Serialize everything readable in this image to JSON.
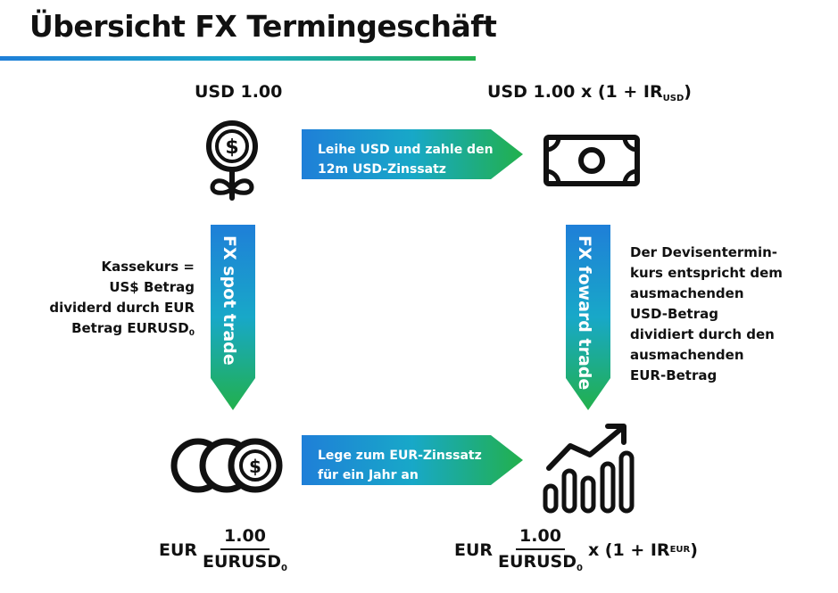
{
  "title": "Übersicht FX Termingeschäft",
  "top_left_label": "USD 1.00",
  "top_right_label": {
    "main": "USD 1.00 x (1 + IR",
    "sub": "USD",
    "close": ")"
  },
  "arrow_top_text": [
    "Leihe USD und zahle den",
    "12m USD-Zinssatz"
  ],
  "arrow_bottom_text": [
    "Lege zum EUR-Zinssatz",
    "für ein Jahr an"
  ],
  "arrow_left_text": "FX spot trade",
  "arrow_right_text": "FX foward trade",
  "left_note": {
    "lines": [
      "Kassekurs =",
      "US$ Betrag",
      "dividerd durch EUR",
      "Betrag EURUSD"
    ],
    "sub": "0"
  },
  "right_note": [
    "Der Devisentermin-",
    "kurs entspricht dem",
    "ausmachenden",
    "USD-Betrag",
    "dividiert durch den",
    "ausmachenden",
    "EUR-Betrag"
  ],
  "bottom_left": {
    "prefix": "EUR",
    "numerator": "1.00",
    "denominator": "EURUSD",
    "den_sub": "0"
  },
  "bottom_right": {
    "prefix": "EUR",
    "numerator": "1.00",
    "denominator": "EURUSD",
    "den_sub": "0",
    "suffix": "x (1 + IR",
    "suffix_sub": "EUR",
    "suffix_close": ")"
  },
  "colors": {
    "gradient_start": "#1f7fd8",
    "gradient_mid": "#18a8c8",
    "gradient_end": "#22b04c",
    "icon": "#111111"
  },
  "icons": [
    "money-plant-icon",
    "banknote-icon",
    "coins-icon",
    "growth-chart-icon"
  ]
}
